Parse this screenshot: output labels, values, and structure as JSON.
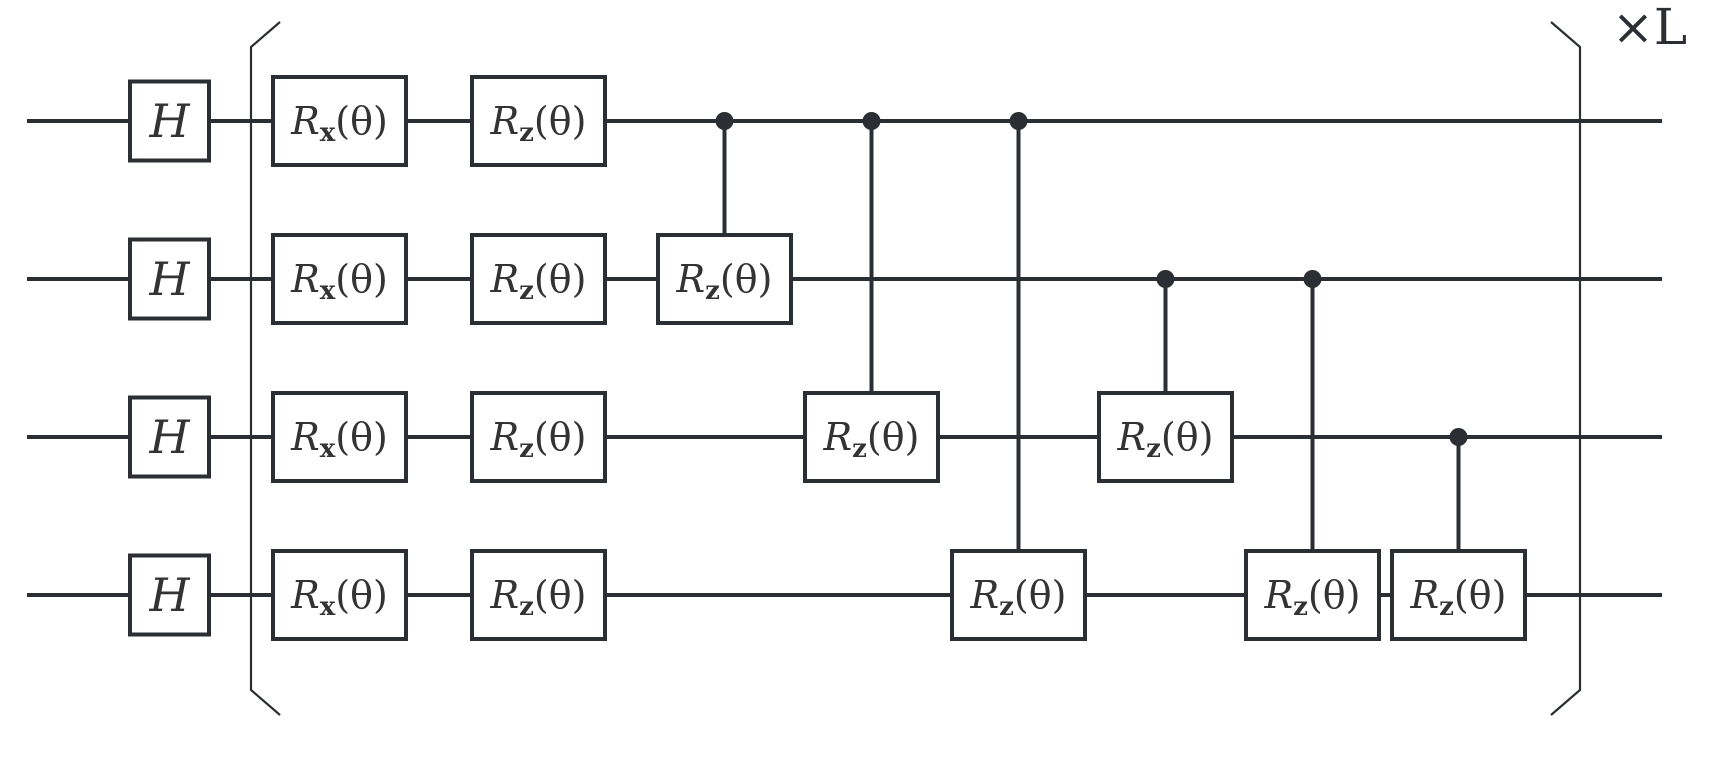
{
  "diagram": {
    "type": "quantum-circuit",
    "num_qubits": 4,
    "repetition_label": "×L",
    "colors": {
      "stroke": "#2b2f33",
      "text": "#333333",
      "background": "#ffffff"
    },
    "hadamard": {
      "label": "H",
      "qubits": [
        0,
        1,
        2,
        3
      ]
    },
    "rx_layer": {
      "symbol": "R",
      "subscript": "x",
      "argument": "(θ)",
      "qubits": [
        0,
        1,
        2,
        3
      ]
    },
    "rz_layer": {
      "symbol": "R",
      "subscript": "z",
      "argument": "(θ)",
      "qubits": [
        0,
        1,
        2,
        3
      ]
    },
    "controlled_gates": [
      {
        "control": 0,
        "target": 1,
        "symbol": "R",
        "subscript": "z",
        "argument": "(θ)"
      },
      {
        "control": 0,
        "target": 2,
        "symbol": "R",
        "subscript": "z",
        "argument": "(θ)"
      },
      {
        "control": 0,
        "target": 3,
        "symbol": "R",
        "subscript": "z",
        "argument": "(θ)"
      },
      {
        "control": 1,
        "target": 2,
        "symbol": "R",
        "subscript": "z",
        "argument": "(θ)"
      },
      {
        "control": 1,
        "target": 3,
        "symbol": "R",
        "subscript": "z",
        "argument": "(θ)"
      },
      {
        "control": 2,
        "target": 3,
        "symbol": "R",
        "subscript": "z",
        "argument": "(θ)"
      }
    ]
  }
}
